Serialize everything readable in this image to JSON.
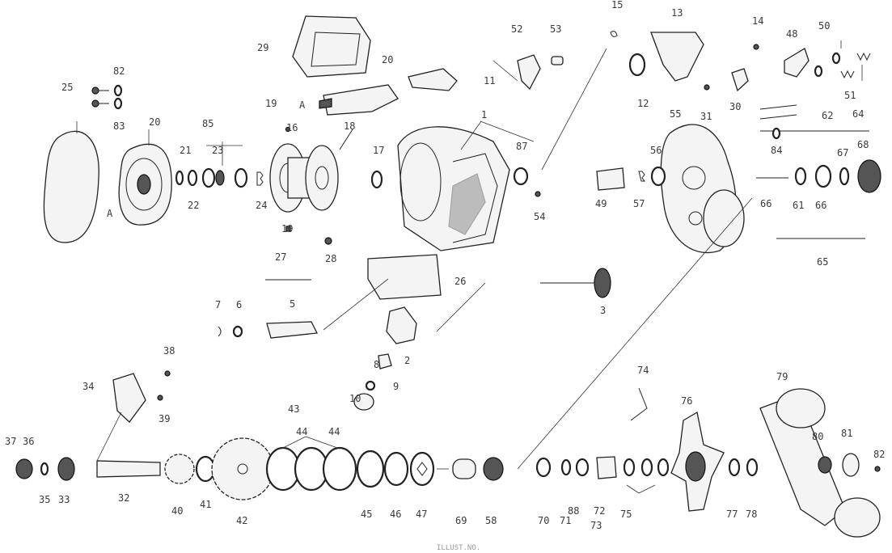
{
  "diagram": {
    "part_labels": [
      "1",
      "2",
      "3",
      "5",
      "6",
      "7",
      "8",
      "9",
      "10",
      "11",
      "12",
      "13",
      "14",
      "15",
      "16",
      "17",
      "18",
      "19",
      "19",
      "20",
      "20",
      "21",
      "22",
      "23",
      "24",
      "25",
      "26",
      "27",
      "28",
      "29",
      "30",
      "31",
      "32",
      "33",
      "34",
      "35",
      "36",
      "37",
      "38",
      "39",
      "40",
      "41",
      "42",
      "43",
      "44",
      "44",
      "45",
      "46",
      "47",
      "48",
      "49",
      "50",
      "51",
      "52",
      "53",
      "54",
      "55",
      "56",
      "57",
      "58",
      "61",
      "62",
      "64",
      "65",
      "66",
      "66",
      "67",
      "68",
      "69",
      "70",
      "71",
      "72",
      "73",
      "74",
      "75",
      "76",
      "77",
      "78",
      "79",
      "80",
      "81",
      "82",
      "82",
      "83",
      "84",
      "85",
      "87",
      "88"
    ],
    "letter_a": "A",
    "caption": "ILLUST.NO."
  }
}
